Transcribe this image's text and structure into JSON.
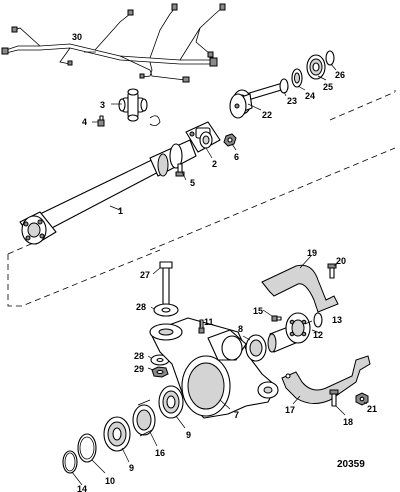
{
  "diagram": {
    "id": "20359",
    "callouts": {
      "c1": "1",
      "c2": "2",
      "c3": "3",
      "c4": "4",
      "c5": "5",
      "c6": "6",
      "c7": "7",
      "c8": "8",
      "c9a": "9",
      "c9b": "9",
      "c10": "10",
      "c11": "11",
      "c12": "12",
      "c13": "13",
      "c14": "14",
      "c15": "15",
      "c16": "16",
      "c17": "17",
      "c18": "18",
      "c19": "19",
      "c20": "20",
      "c21": "21",
      "c22": "22",
      "c23": "23",
      "c24": "24",
      "c25": "25",
      "c26": "26",
      "c27": "27",
      "c28a": "28",
      "c28b": "28",
      "c29": "29",
      "c30": "30"
    }
  }
}
